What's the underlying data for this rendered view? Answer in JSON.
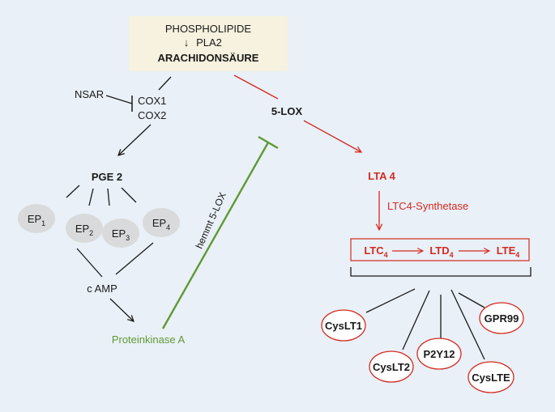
{
  "top_box": {
    "line1": "PHOSPHOLIPIDE",
    "arrow_glyph": "↓",
    "line2": "PLA2",
    "line3": "ARACHIDONSÄURE"
  },
  "left_branch": {
    "nsar": "NSAR",
    "cox1": "COX1",
    "cox2": "COX2",
    "pge2": "PGE 2",
    "receptors": [
      {
        "base": "EP",
        "sub": "1"
      },
      {
        "base": "EP",
        "sub": "2"
      },
      {
        "base": "EP",
        "sub": "3"
      },
      {
        "base": "EP",
        "sub": "4"
      }
    ],
    "camp": "c AMP",
    "pka": "Proteinkinase A",
    "inhibit_label": "hemmt 5-LOX"
  },
  "right_branch": {
    "lox": "5-LOX",
    "lta4": "LTA 4",
    "synthetase": "LTC4-Synthetase",
    "leukotrienes": [
      {
        "base": "LTC",
        "sub": "4"
      },
      {
        "base": "LTD",
        "sub": "4"
      },
      {
        "base": "LTE",
        "sub": "4"
      }
    ],
    "receptors": [
      "CysLT1",
      "CysLT2",
      "P2Y12",
      "CysLTE",
      "GPR99"
    ]
  },
  "colors": {
    "background": "#e9f0f7",
    "box_fill": "#f6f2df",
    "ellipse_fill": "#d9dadb",
    "red": "#d42a20",
    "green": "#5f9a33",
    "ink": "#1a1a1a"
  }
}
